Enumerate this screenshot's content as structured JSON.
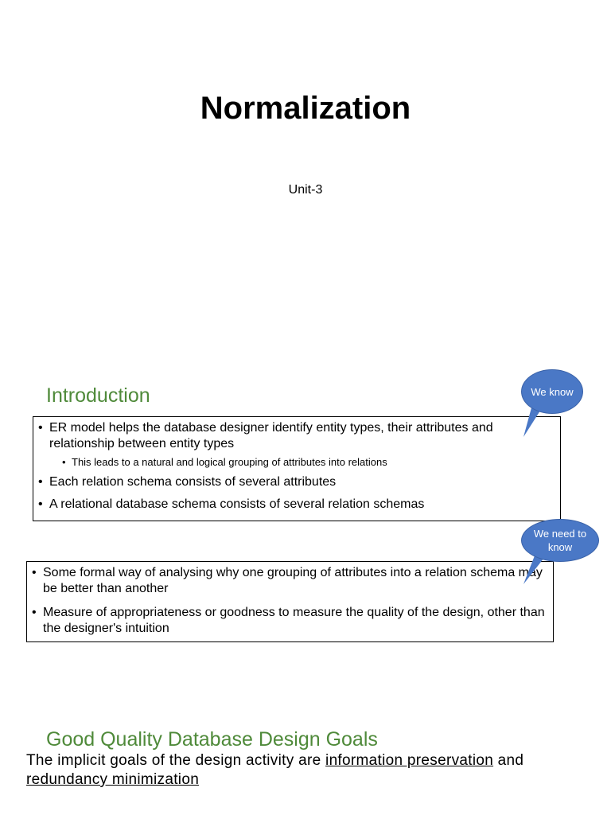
{
  "slide1": {
    "title": "Normalization",
    "subtitle": "Unit-3"
  },
  "slide2": {
    "heading": "Introduction",
    "box1": {
      "items": [
        "ER model helps the database designer identify entity types, their attributes and relationship between entity types",
        "This leads to a natural and logical grouping of attributes into relations",
        "Each relation schema consists of several attributes",
        "A relational database schema consists of several relation schemas"
      ]
    },
    "callout1": "We know",
    "box2": {
      "items": [
        "Some formal way of analysing why one grouping of attributes into a relation schema may be better than another",
        "Measure of appropriateness or goodness to measure the quality of the design, other than the designer's intuition"
      ]
    },
    "callout2": "We need to know",
    "bullet_glyph": "•"
  },
  "slide3": {
    "heading": "Good Quality Database Design Goals",
    "text_prefix": "The implicit goals of the design activity are",
    "term1": "information preservation",
    "connector": "and",
    "term2": "redundancy minimization"
  },
  "colors": {
    "heading_green": "#4f8a3a",
    "callout_blue": "#4a78c6"
  }
}
